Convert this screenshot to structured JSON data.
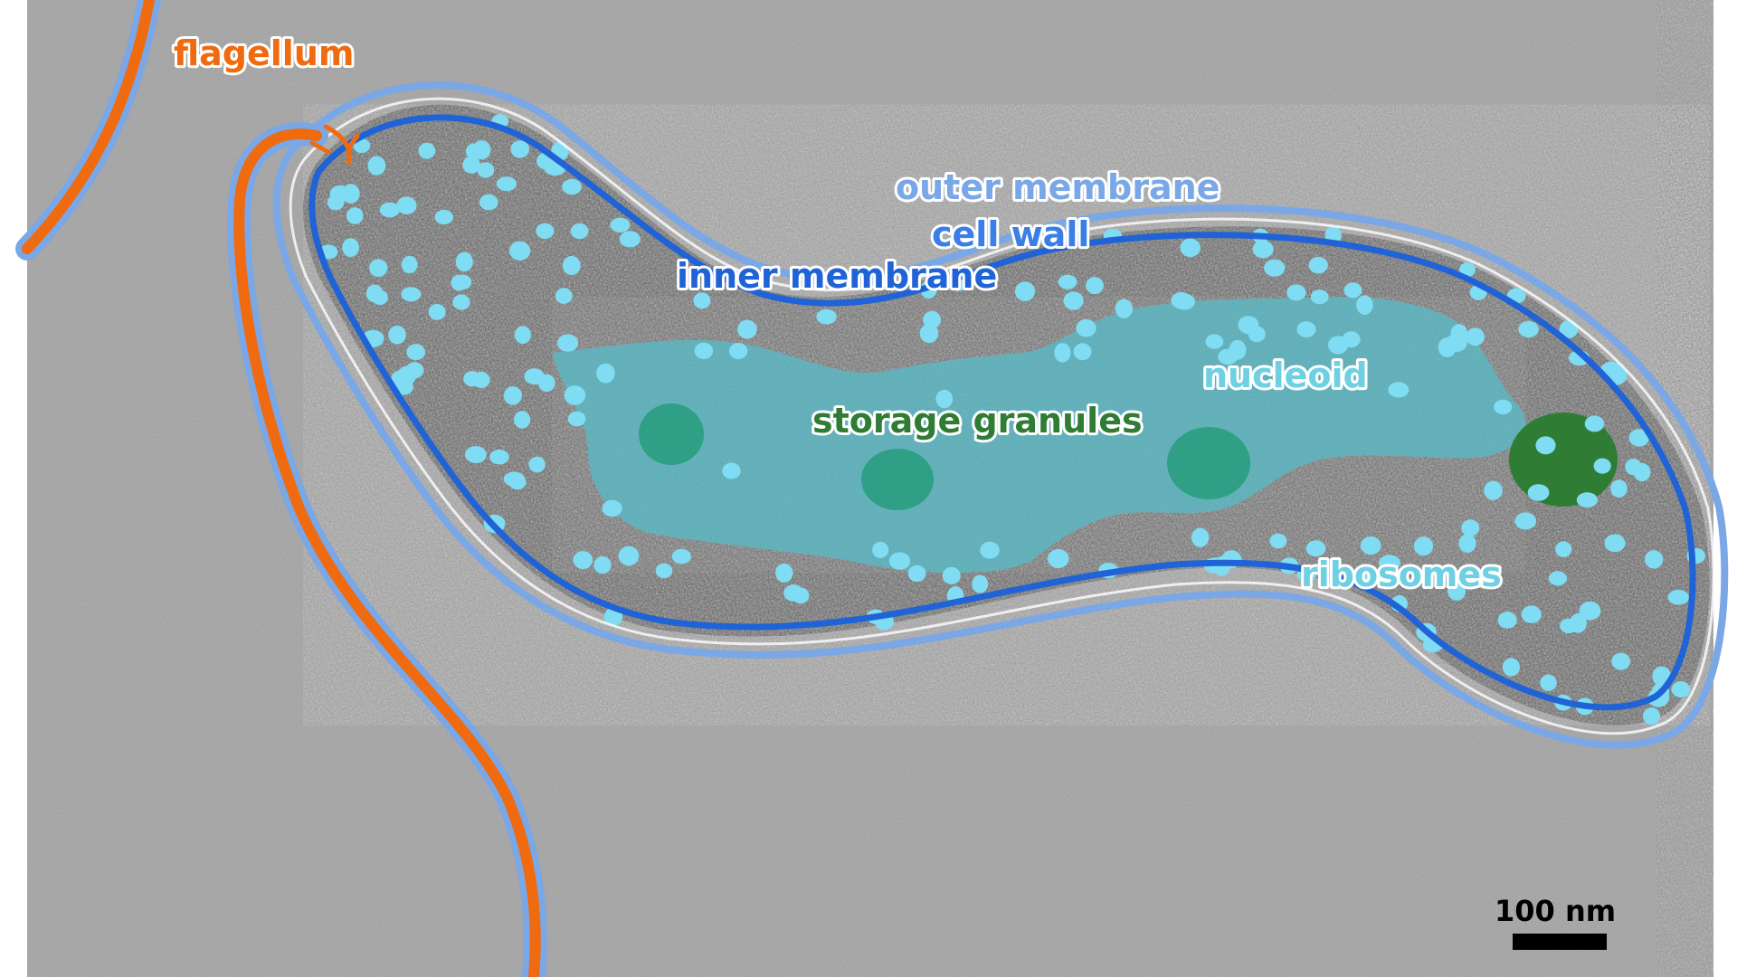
{
  "labels": {
    "flagellum": "flagellum",
    "outer_membrane": "outer membrane",
    "cell_wall": "cell wall",
    "inner_membrane": "inner membrane",
    "nucleoid": "nucleoid",
    "storage_granules": "storage granules",
    "ribosomes": "ribosomes"
  },
  "scale_bar": {
    "label": "100 nm"
  },
  "colors": {
    "background": "#9c9c9c",
    "cytoplasm": "#6e6e6e",
    "outer_membrane": "#7aa7e6",
    "inner_membrane": "#1f63d6",
    "flagellum": "#f06a10",
    "nucleoid": "#4ab3bf",
    "ribosome": "#7fdcf2",
    "storage_granule_light": "#2f9f86",
    "storage_granule_dark": "#2f7c34",
    "label_blue": "#3a7ee6",
    "label_teal": "#6fd0e3",
    "label_green": "#2f7c34",
    "label_orange": "#f06a10"
  }
}
